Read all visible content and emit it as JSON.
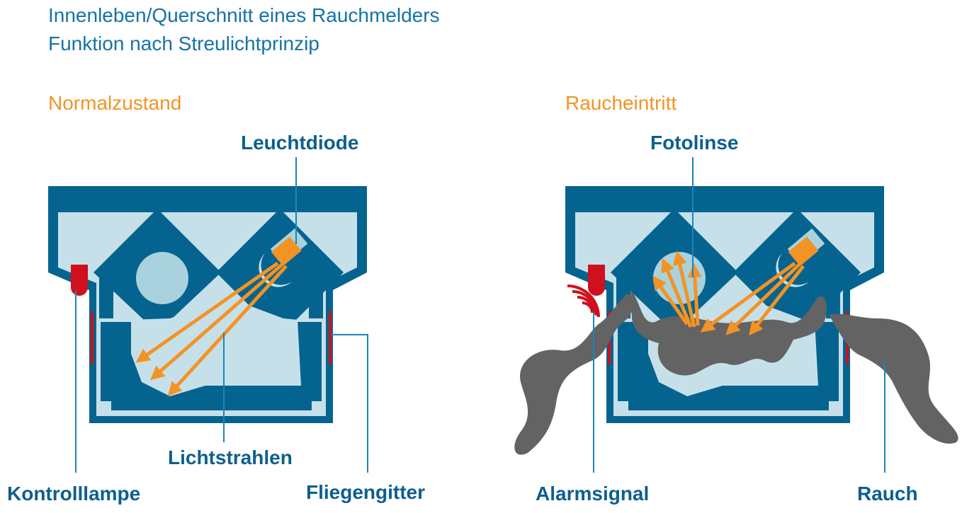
{
  "title": {
    "line1": "Innenleben/Querschnitt eines Rauchmelders",
    "line2": "Funktion nach Streulichtprinzip"
  },
  "states": {
    "normal": "Normalzustand",
    "smoke": "Raucheintritt"
  },
  "labels": {
    "leuchtdiode": "Leuchtdiode",
    "lichtstrahlen": "Lichtstrahlen",
    "kontrolllampe": "Kontrolllampe",
    "fliegengitter": "Fliegengitter",
    "fotolinse": "Fotolinse",
    "alarmsignal": "Alarmsignal",
    "rauch": "Rauch"
  },
  "colors": {
    "housing": "#05648f",
    "interior": "#c6e0ea",
    "lens": "#a9d2de",
    "light": "#f39324",
    "led": "#d0101c",
    "smoke": "#636363"
  }
}
